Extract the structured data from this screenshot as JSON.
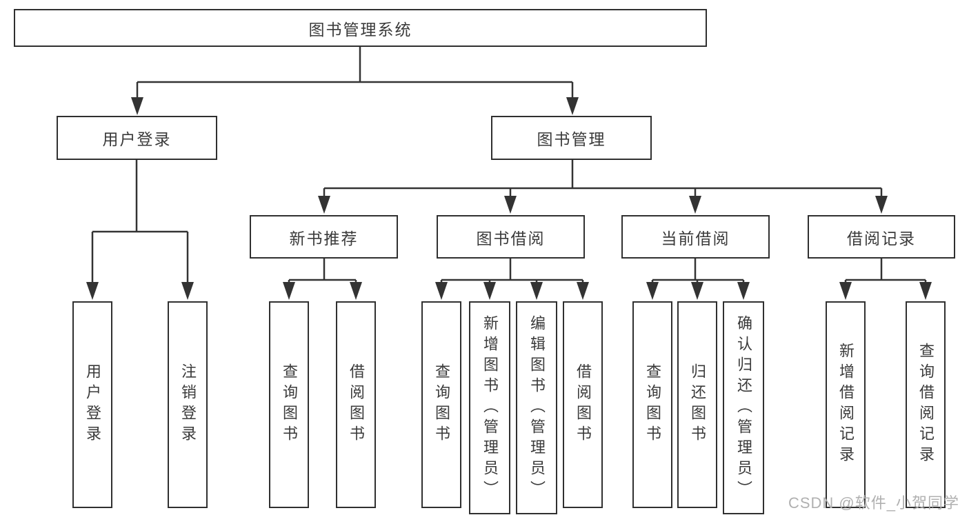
{
  "diagram": {
    "root": "图书管理系统",
    "level2": [
      "用户登录",
      "图书管理"
    ],
    "level3": [
      "新书推荐",
      "图书借阅",
      "当前借阅",
      "借阅记录"
    ],
    "leaves": [
      "用户登录",
      "注销登录",
      "查询图书",
      "借阅图书",
      "查询图书",
      "新增图书（管理员）",
      "编辑图书（管理员）",
      "借阅图书",
      "查询图书",
      "归还图书",
      "确认归还（管理员）",
      "新增借阅记录",
      "查询借阅记录"
    ],
    "watermark": "CSDN @软件_小贺同学",
    "colors": {
      "line": "#333333",
      "box_border": "#2f2f2f",
      "text": "#3a3a3a",
      "background": "#ffffff",
      "watermark": "#b0b0b0"
    }
  }
}
